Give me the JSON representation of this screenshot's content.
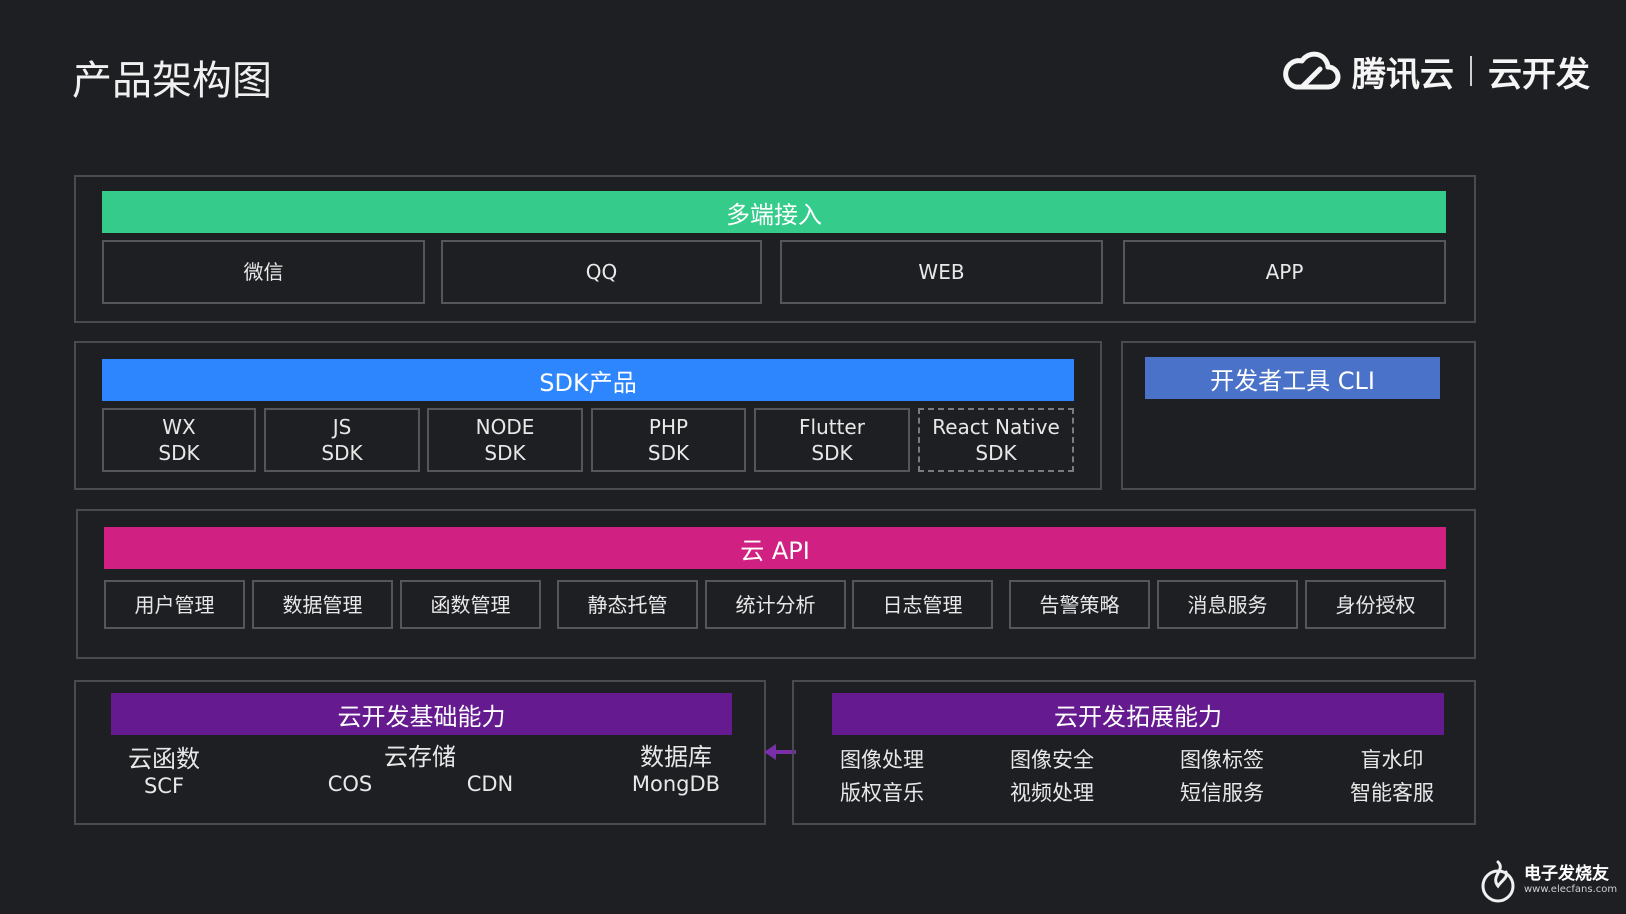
{
  "title": "产品架构图",
  "brand": {
    "name": "腾讯云",
    "product": "云开发",
    "icon": "cloud-icon"
  },
  "colors": {
    "background": "#1e1f23",
    "multi_end": "#34cb8b",
    "sdk": "#2e86ff",
    "cli": "#4a72c8",
    "cloud_api": "#d02082",
    "basic": "#651a8f",
    "extended": "#651a8f"
  },
  "multi_end": {
    "header": "多端接入",
    "items": [
      "微信",
      "QQ",
      "WEB",
      "APP"
    ]
  },
  "sdk": {
    "header": "SDK产品",
    "items": [
      {
        "line1": "WX",
        "line2": "SDK"
      },
      {
        "line1": "JS",
        "line2": "SDK"
      },
      {
        "line1": "NODE",
        "line2": "SDK"
      },
      {
        "line1": "PHP",
        "line2": "SDK"
      },
      {
        "line1": "Flutter",
        "line2": "SDK"
      },
      {
        "line1": "React Native",
        "line2": "SDK"
      }
    ]
  },
  "cli": {
    "header": "开发者工具 CLI"
  },
  "cloud_api": {
    "header": "云 API",
    "items": [
      "用户管理",
      "数据管理",
      "函数管理",
      "静态托管",
      "统计分析",
      "日志管理",
      "告警策略",
      "消息服务",
      "身份授权"
    ]
  },
  "basic": {
    "header": "云开发基础能力",
    "functions": {
      "title": "云函数",
      "sub": "SCF"
    },
    "storage": {
      "title": "云存储",
      "sub1": "COS",
      "sub2": "CDN"
    },
    "database": {
      "title": "数据库",
      "sub": "MongDB"
    }
  },
  "extended": {
    "header": "云开发拓展能力",
    "items": [
      "图像处理",
      "图像安全",
      "图像标签",
      "盲水印",
      "版权音乐",
      "视频处理",
      "短信服务",
      "智能客服"
    ]
  },
  "footer": {
    "name": "电子发烧友",
    "url": "www.elecfans.com",
    "icon": "flame-logo-icon"
  }
}
